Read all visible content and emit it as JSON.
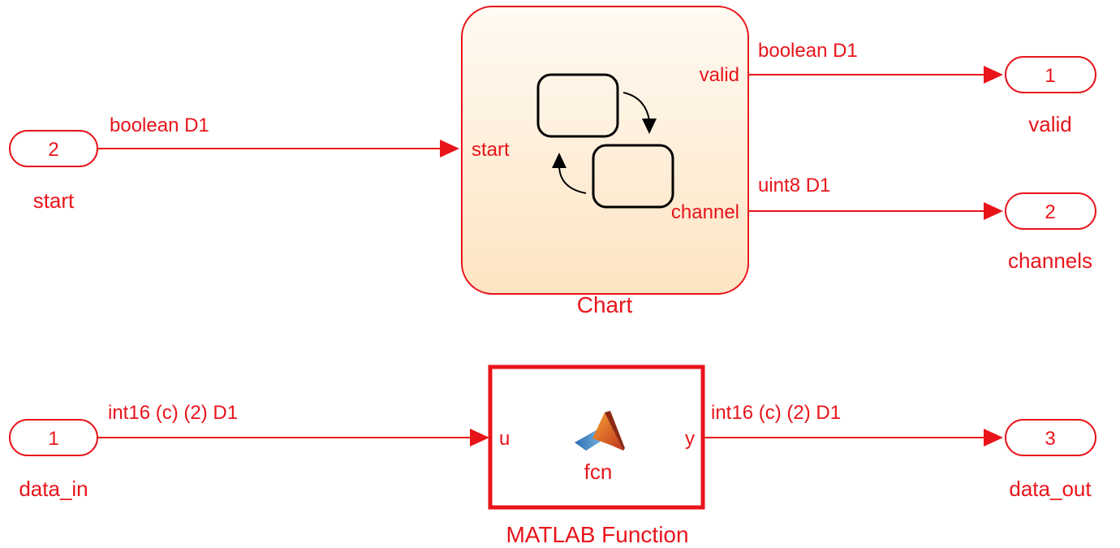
{
  "colors": {
    "signal": "#e8141a",
    "chart_fill_top": "#fffaf3",
    "chart_fill_bottom": "#fde8c9",
    "state_stroke": "#000000"
  },
  "inports": [
    {
      "number": "2",
      "name": "start"
    },
    {
      "number": "1",
      "name": "data_in"
    }
  ],
  "outports": [
    {
      "number": "1",
      "name": "valid"
    },
    {
      "number": "2",
      "name": "channels"
    },
    {
      "number": "3",
      "name": "data_out"
    }
  ],
  "chart_block": {
    "name": "Chart",
    "input_port": "start",
    "output_ports": [
      "valid",
      "channel"
    ],
    "icon": "stateflow-chart-icon"
  },
  "matlab_function_block": {
    "name": "MATLAB Function",
    "function": "fcn",
    "input_port": "u",
    "output_port": "y",
    "icon": "matlab-logo-icon"
  },
  "signals": {
    "start": "boolean D1",
    "valid": "boolean D1",
    "channel": "uint8 D1",
    "data_in": "int16 (c) (2) D1",
    "data_out": "int16 (c) (2) D1"
  }
}
